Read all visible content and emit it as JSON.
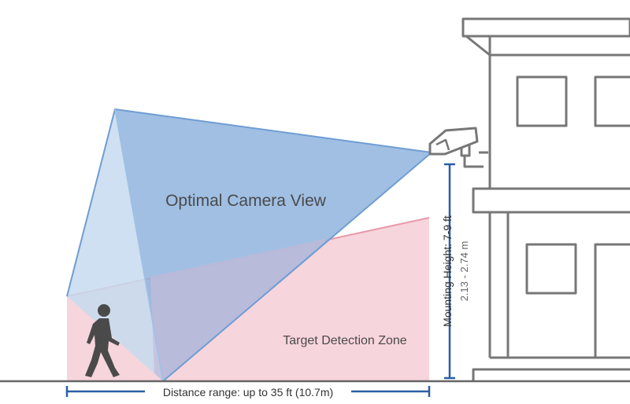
{
  "labels": {
    "camera_view": "Optimal Camera View",
    "detection_zone": "Target Detection Zone",
    "mounting_height": "Mounting Height: 7-9 ft",
    "mounting_height_metric": "2.13 - 2.74 m",
    "distance_range": "Distance range: up to 35 ft (10.7m)"
  },
  "colors": {
    "camera_view_fill": "#8fb4de",
    "camera_view_light": "#c5daef",
    "camera_view_stroke": "#6f9dd3",
    "detection_fill": "#f7d5dc",
    "detection_stroke": "#e79aaa",
    "overlap_fill": "#c2bcd9",
    "dimension": "#2a5ea6",
    "building": "#777777",
    "person": "#4a4a4a",
    "ground": "#666666"
  },
  "icons": {
    "camera": "security-camera-icon",
    "person": "walking-person-icon"
  }
}
